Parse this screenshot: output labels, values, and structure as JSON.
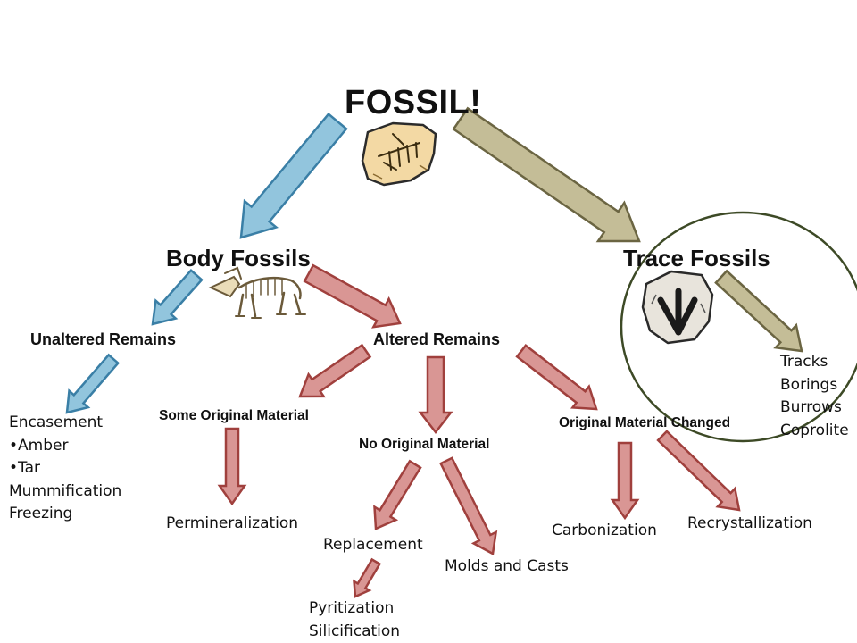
{
  "title": "FOSSIL!",
  "branches": {
    "body": "Body Fossils",
    "trace": "Trace Fossils"
  },
  "body_fossils": {
    "unaltered": "Unaltered Remains",
    "altered": "Altered Remains",
    "unaltered_types": [
      "Encasement",
      "•Amber",
      "•Tar",
      "Mummification",
      "Freezing"
    ]
  },
  "altered_remains": {
    "some_original": "Some Original Material",
    "no_original": "No Original Material",
    "original_changed": "Original Material Changed"
  },
  "processes": {
    "permineralization": "Permineralization",
    "replacement": "Replacement",
    "molds_casts": "Molds and Casts",
    "replacement_types": [
      "Pyritization",
      "Silicification"
    ],
    "carbonization": "Carbonization",
    "recrystallization": "Recrystallization"
  },
  "trace_fossils": {
    "types": [
      "Tracks",
      "Borings",
      "Burrows",
      "Coprolite"
    ]
  },
  "colors": {
    "blue_arrow": "#92c5dd",
    "blue_stroke": "#3a7fa6",
    "red_arrow": "#d99694",
    "red_stroke": "#a0403d",
    "olive_arrow": "#c4bd97",
    "olive_stroke": "#6b6542",
    "circle_stroke": "#3d4a26"
  },
  "icons": [
    "fossil-stone-icon",
    "triceratops-skeleton-icon",
    "footprint-fossil-icon"
  ]
}
